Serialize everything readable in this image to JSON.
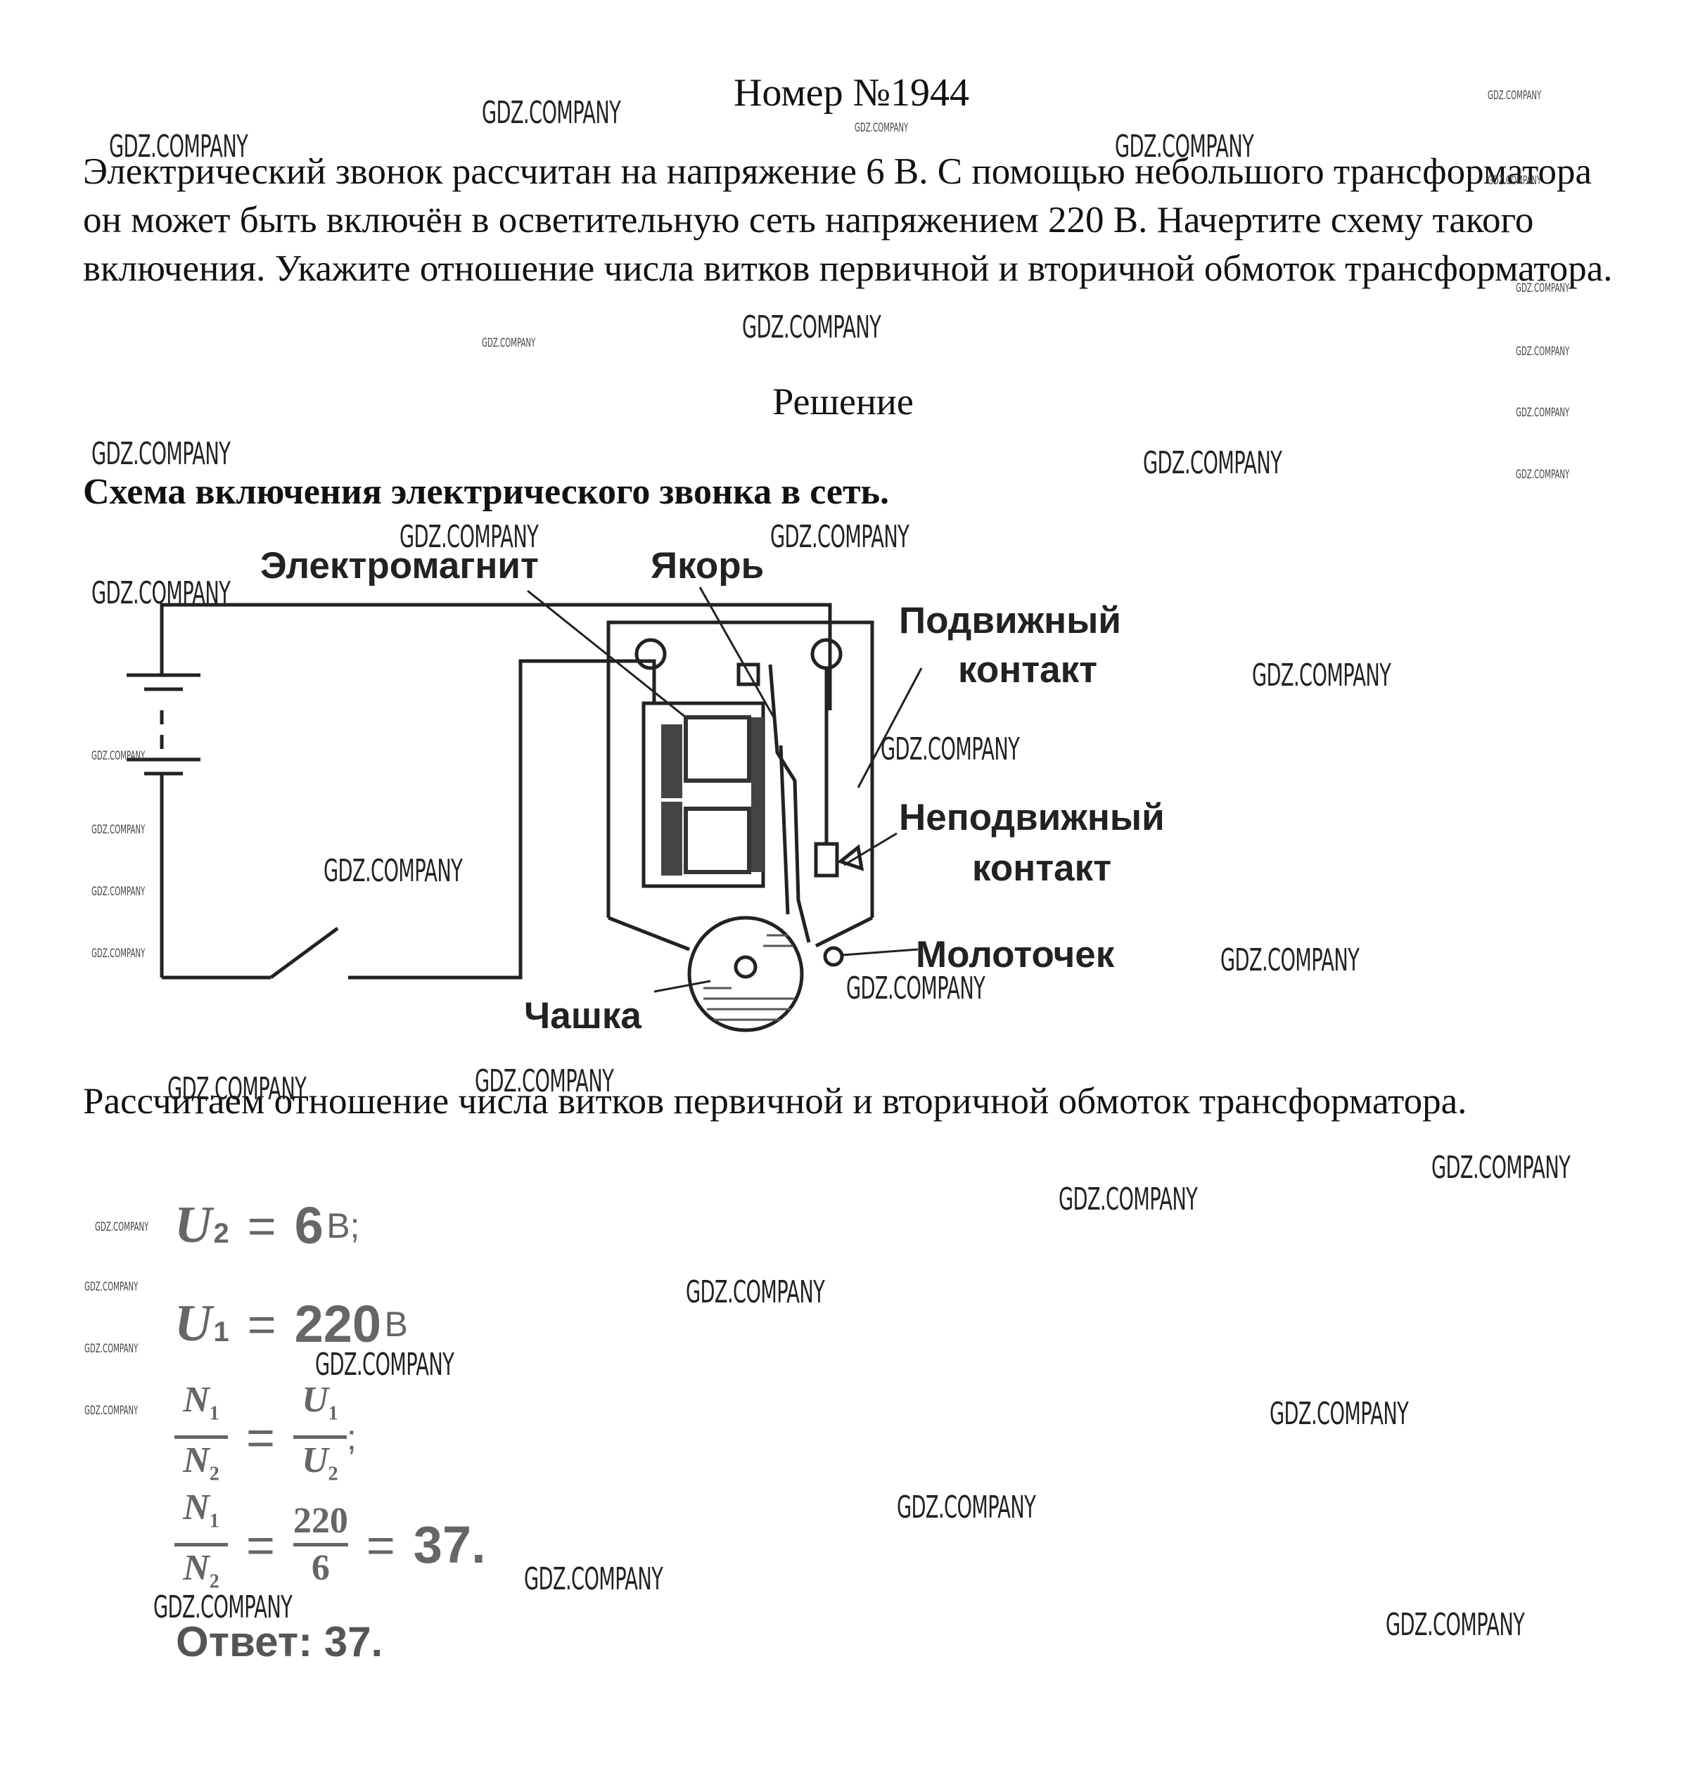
{
  "title": "Номер №1944",
  "problem_text": "Электрический звонок рассчитан на напряжение 6 В. С помощью небольшого трансформатора он может быть включён в осветительную сеть напряжением 220 В. Начертите схему такого включения. Укажите отношение числа витков первичной и вторичной обмоток трансформатора.",
  "solution_title": "Решение",
  "scheme_title": "Схема включения электрического звонка в сеть.",
  "diagram_labels": {
    "electromagnet": "Электромагнит",
    "anchor": "Якорь",
    "movable_contact_1": "Подвижный",
    "movable_contact_2": "контакт",
    "fixed_contact_1": "Неподвижный",
    "fixed_contact_2": "контакт",
    "hammer": "Молоточек",
    "cup": "Чашка"
  },
  "calc_intro": "Рассчитаем отношение числа витков первичной и вторичной обмоток трансформатора.",
  "formulas": {
    "u2_symbol": "U",
    "u2_sub": "2",
    "u2_eq": "=",
    "u2_value": "6",
    "u2_unit": "В;",
    "u1_symbol": "U",
    "u1_sub": "1",
    "u1_eq": "=",
    "u1_value": "220",
    "u1_unit": "В",
    "ratio_num": "N",
    "ratio_num_sub": "1",
    "ratio_den": "N",
    "ratio_den_sub": "2",
    "ratio_eq": "=",
    "ratio_u_num": "U",
    "ratio_u_num_sub": "1",
    "ratio_u_den": "U",
    "ratio_u_den_sub": "2",
    "ratio_end": ";",
    "calc_num": "N",
    "calc_num_sub": "1",
    "calc_den": "N",
    "calc_den_sub": "2",
    "calc_eq1": "=",
    "calc_frac_num": "220",
    "calc_frac_den": "6",
    "calc_eq2": "=",
    "calc_result": "37."
  },
  "answer": "Ответ: 37.",
  "watermark": "GDZ.COMPANY"
}
